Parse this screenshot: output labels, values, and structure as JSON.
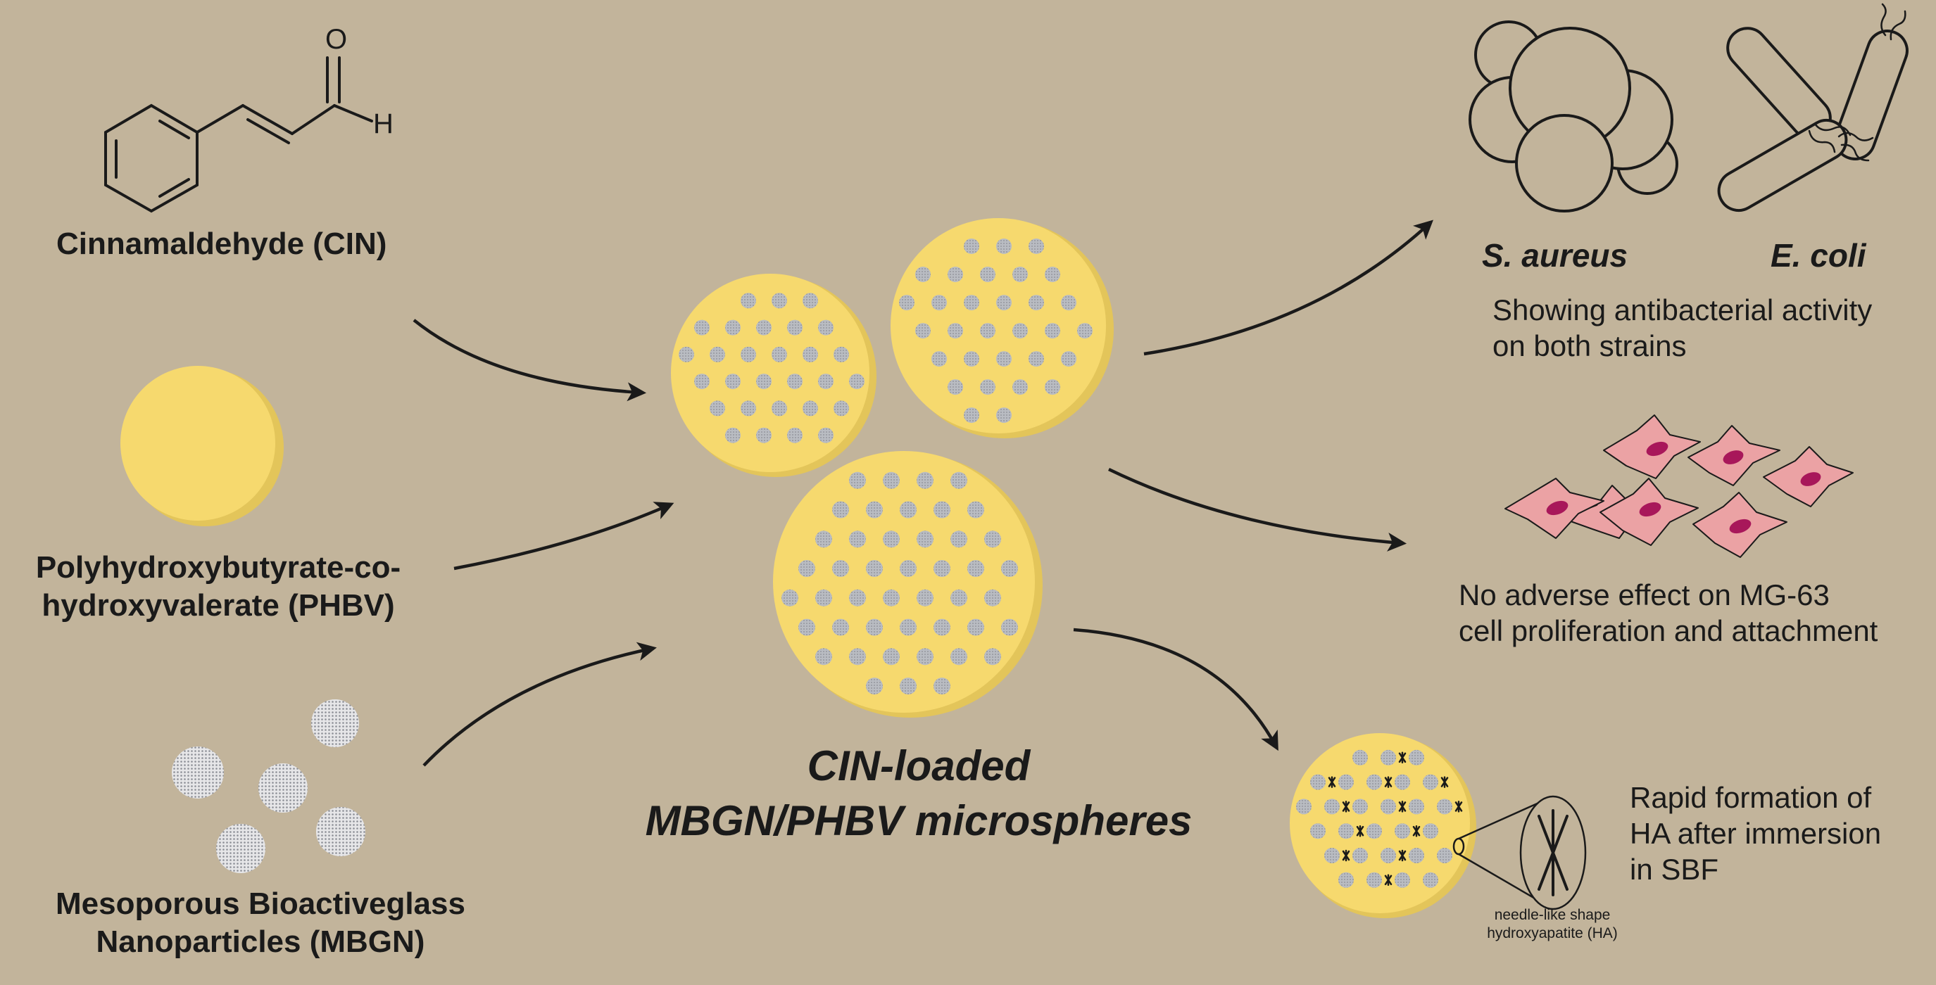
{
  "colors": {
    "background": "#c2b49b",
    "sphere_face": "#f6d96e",
    "sphere_rim": "#e3c55a",
    "pore": "#a9acb2",
    "cell_body": "#eba2a4",
    "cell_nucleus": "#a8175a",
    "ink": "#1a1a1a"
  },
  "inputs": {
    "cin": {
      "label": "Cinnamaldehyde (CIN)",
      "atom_o": "O",
      "atom_h": "H"
    },
    "phbv": {
      "label_line1": "Polyhydroxybutyrate-co-",
      "label_line2": "hydroxyvalerate (PHBV)"
    },
    "mbgn": {
      "label_line1": "Mesoporous Bioactiveglass",
      "label_line2": "Nanoparticles (MBGN)"
    }
  },
  "product": {
    "line1": "CIN-loaded",
    "line2": "MBGN/PHBV microspheres"
  },
  "outcomes": {
    "antibacterial": {
      "strain1": "S. aureus",
      "strain2": "E. coli",
      "text_line1": "Showing antibacterial activity",
      "text_line2": "on both strains"
    },
    "cell": {
      "text_line1": "No adverse effect on MG-63",
      "text_line2": "cell proliferation and attachment"
    },
    "ha": {
      "text_line1": "Rapid formation of",
      "text_line2": "HA after immersion",
      "text_line3": "in SBF",
      "note_line1": "needle-like shape",
      "note_line2": "hydroxyapatite (HA)"
    }
  }
}
